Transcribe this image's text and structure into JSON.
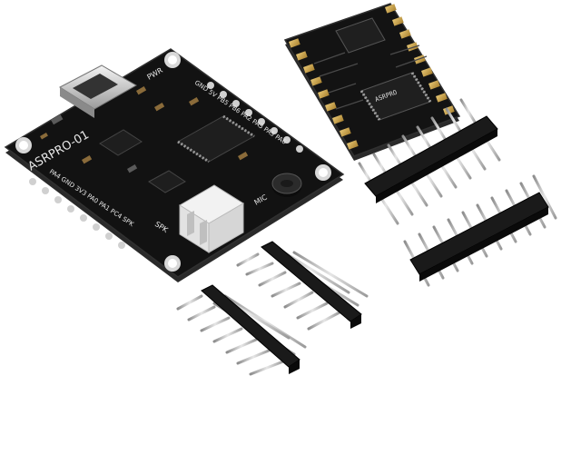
{
  "board": {
    "model_label": "ASRPRO-01",
    "pwr_label": "PWR",
    "top_header_label": "GND 5V PB5 PB6 PA2 PA3 PA5 PA6",
    "left_header_label": "PA4 GND 3V3 PA0 PA1 PC4 SPK",
    "mic_label": "MIC",
    "spk_label": "SPK"
  },
  "module": {
    "chip_text": "ASRPRO"
  },
  "colors": {
    "pcb": "#121212",
    "pcb_edge": "#2a2a2a",
    "silkscreen": "#e8e8e8",
    "gold": "#c9a34a",
    "pin_metal": "#b8b8b8",
    "header_plastic": "#1a1a1a",
    "connector": "#f2f2f2"
  },
  "icons": {
    "usb": "usb-c-port-icon",
    "mic": "microphone-icon"
  }
}
